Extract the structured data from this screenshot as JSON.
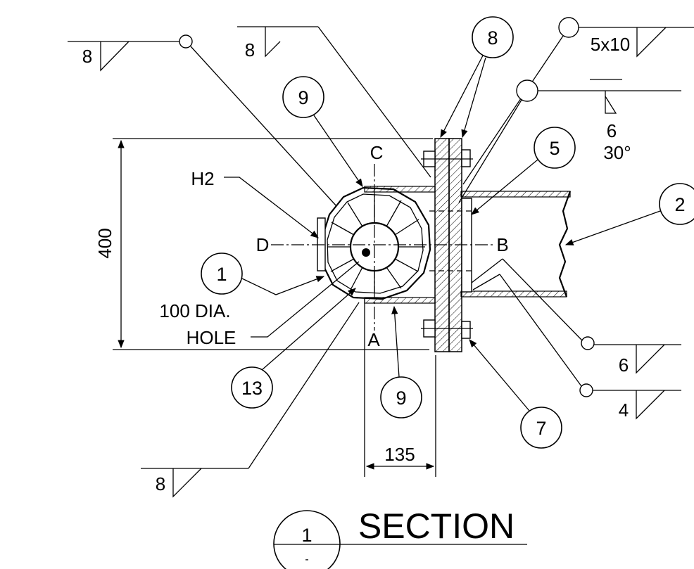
{
  "view": {
    "title": "SECTION",
    "number": "1",
    "sheet": "-"
  },
  "dimensions": {
    "height": "400",
    "width": "135"
  },
  "section_labels": {
    "top": "C",
    "bottom": "A",
    "left": "D",
    "right": "B"
  },
  "part_labels": {
    "hole_ref": "H2",
    "hole_note_line1": "100 DIA.",
    "hole_note_line2": "HOLE"
  },
  "balloons": {
    "b1": "1",
    "b2": "2",
    "b5": "5",
    "b7": "7",
    "b8": "8",
    "b9_top": "9",
    "b9_bottom": "9",
    "b13": "13"
  },
  "welds": {
    "top_left": "8",
    "top_mid": "8",
    "top_right": "5x10",
    "bevel_size": "6",
    "bevel_angle": "30°",
    "right_a": "6",
    "right_b": "4",
    "bottom_left": "8"
  }
}
